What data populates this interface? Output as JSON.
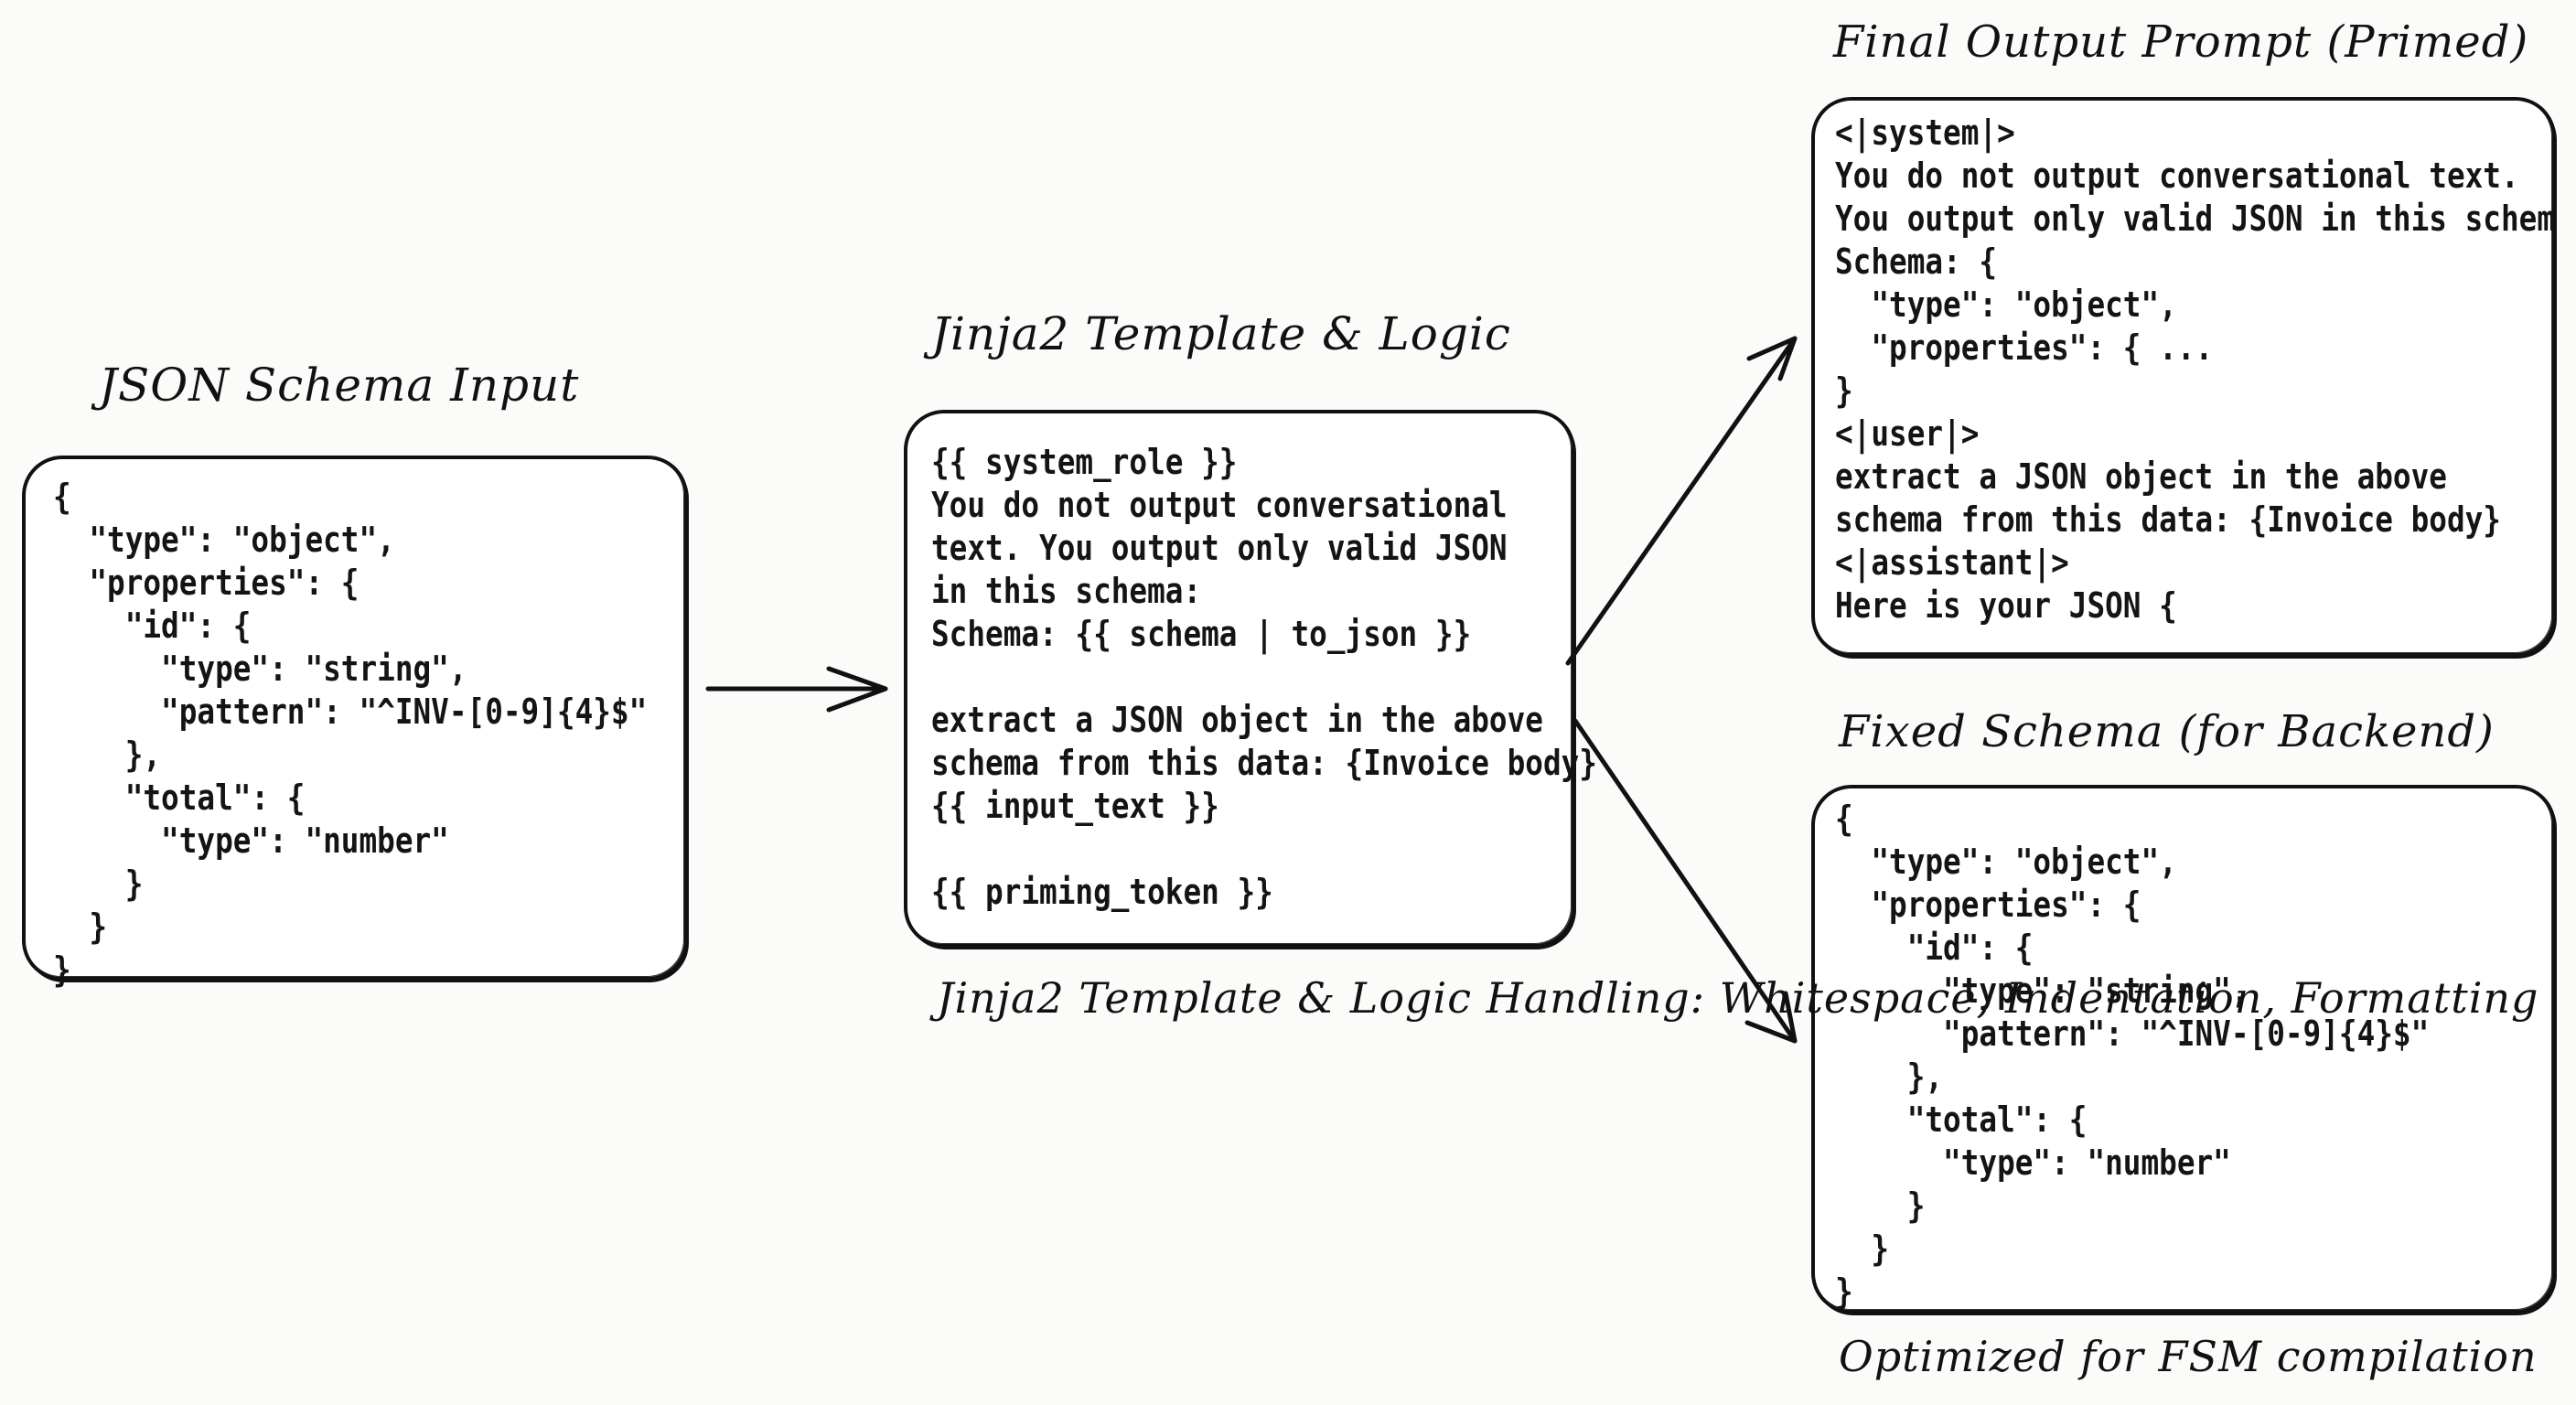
{
  "nodes": {
    "schema_input": {
      "title": "JSON Schema Input",
      "code": "{\n  \"type\": \"object\",\n  \"properties\": {\n    \"id\": {\n      \"type\": \"string\",\n      \"pattern\": \"^INV-[0-9]{4}$\"\n    },\n    \"total\": {\n      \"type\": \"number\"\n    }\n  }\n}"
    },
    "template": {
      "title": "Jinja2 Template & Logic",
      "code": "{{ system_role }}\nYou do not output conversational\ntext. You output only valid JSON\nin this schema:\nSchema: {{ schema | to_json }}\n\nextract a JSON object in the above\nschema from this data: {Invoice body}\n{{ input_text }}\n\n{{ priming_token }}",
      "caption": "Jinja2 Template & Logic\nHandling: Whitespace,\nIndentation, Formatting"
    },
    "final_prompt": {
      "title": "Final Output Prompt (Primed)",
      "code": "<|system|>\nYou do not output conversational text.\nYou output only valid JSON in this schema\nSchema: {\n  \"type\": \"object\",\n  \"properties\": { ...\n}\n<|user|>\nextract a JSON object in the above\nschema from this data: {Invoice body}\n<|assistant|>\nHere is your JSON {"
    },
    "fixed_schema": {
      "title": "Fixed Schema (for Backend)",
      "code": "{\n  \"type\": \"object\",\n  \"properties\": {\n    \"id\": {\n      \"type\": \"string\",\n      \"pattern\": \"^INV-[0-9]{4}$\"\n    },\n    \"total\": {\n      \"type\": \"number\"\n    }\n  }\n}",
      "caption": "Optimized for FSM compilation"
    }
  },
  "edges": [
    {
      "from": "schema_input",
      "to": "template"
    },
    {
      "from": "template",
      "to": "final_prompt"
    },
    {
      "from": "template",
      "to": "fixed_schema"
    }
  ]
}
